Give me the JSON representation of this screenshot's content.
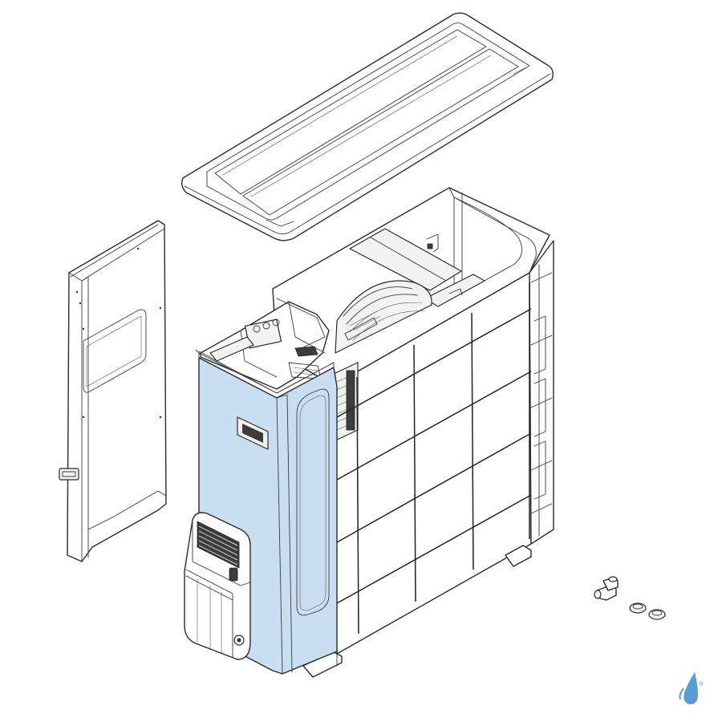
{
  "diagram": {
    "kind": "exploded-view",
    "highlight_color": "#c9def1",
    "logo_color": "#5b9bd5",
    "parts": [
      {
        "name": "top-cover",
        "highlighted": false
      },
      {
        "name": "side-panel",
        "highlighted": false
      },
      {
        "name": "front-panel",
        "highlighted": true
      },
      {
        "name": "service-cover",
        "highlighted": false
      },
      {
        "name": "unit-body",
        "highlighted": false
      },
      {
        "name": "rear-guard-grille",
        "highlighted": false
      },
      {
        "name": "fan",
        "highlighted": false
      },
      {
        "name": "drain-elbow",
        "highlighted": false
      },
      {
        "name": "drain-caps",
        "highlighted": false
      }
    ]
  }
}
